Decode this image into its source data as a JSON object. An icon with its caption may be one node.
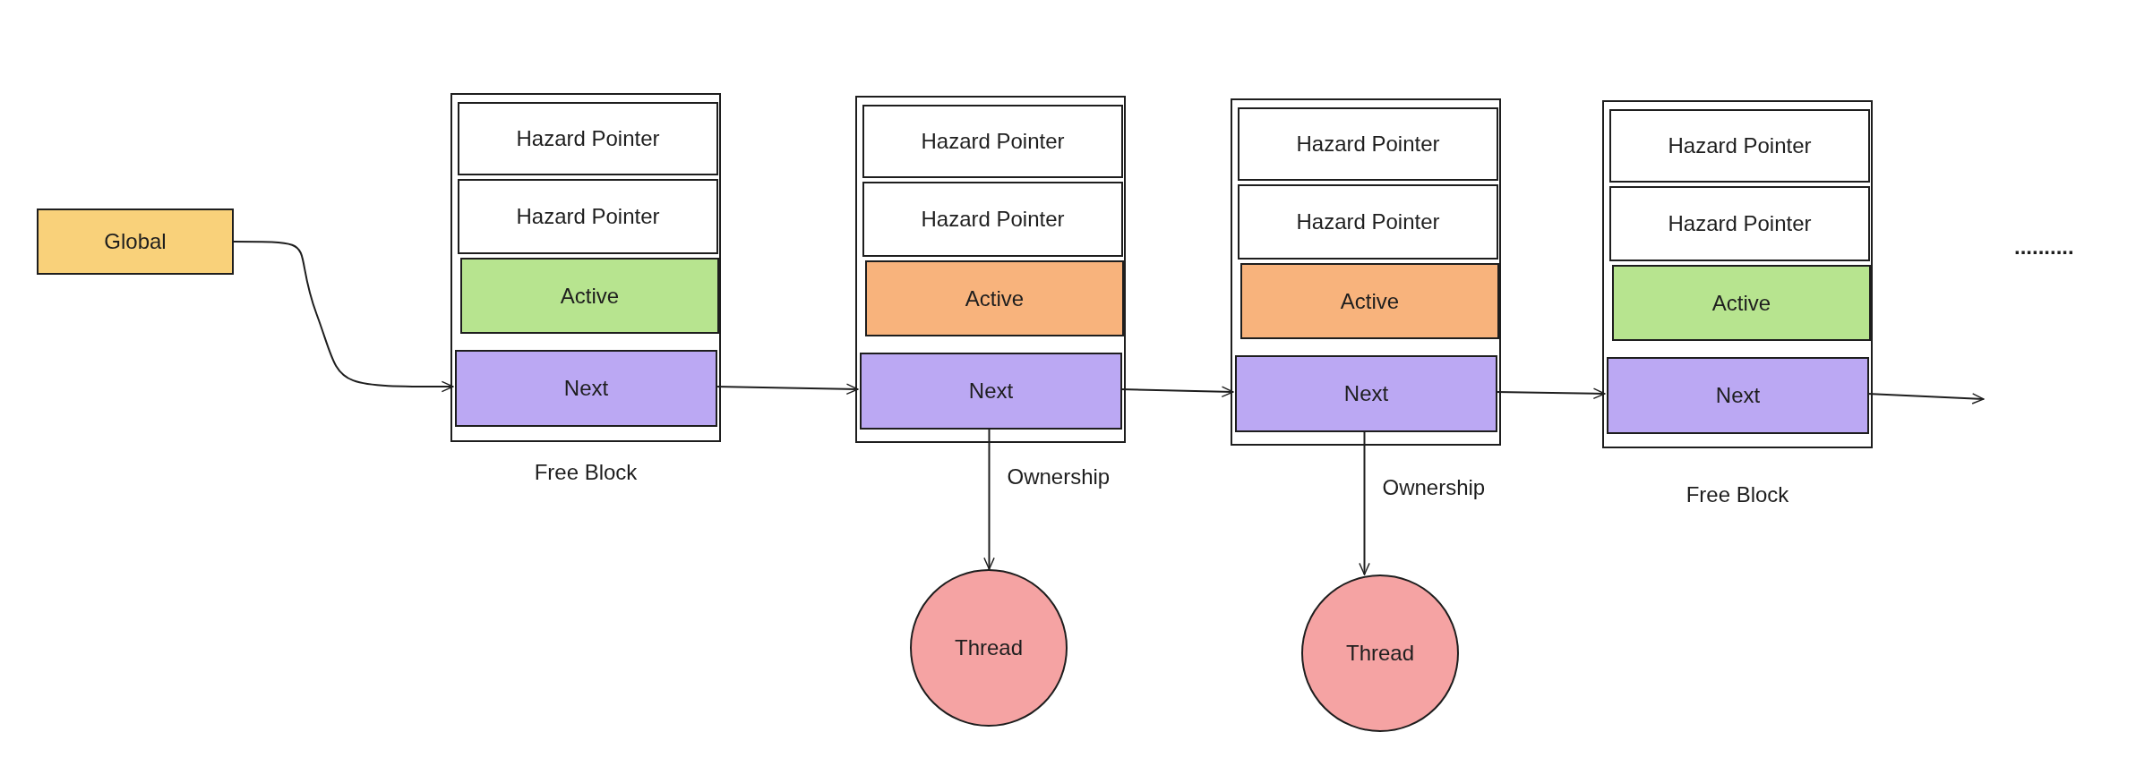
{
  "diagram": {
    "nodes": [
      {
        "text": [
          "Global"
        ]
      },
      {
        "text": [],
        "shape": "box",
        "beside": [
          "Free Block"
        ]
      },
      {
        "text": [
          "Hazard Pointer"
        ],
        "in": 1
      },
      {
        "text": [
          "Hazard Pointer"
        ],
        "in": 1
      },
      {
        "text": [
          "Active"
        ],
        "in": 1
      },
      {
        "text": [
          "Next"
        ],
        "in": 1
      },
      {
        "text": [],
        "shape": "box"
      },
      {
        "text": [
          "Hazard Pointer"
        ],
        "in": 6
      },
      {
        "text": [
          "Hazard Pointer"
        ],
        "in": 6
      },
      {
        "text": [
          "Active"
        ],
        "in": 6
      },
      {
        "text": [
          "Next"
        ],
        "in": 6
      },
      {
        "text": [],
        "shape": "box"
      },
      {
        "text": [
          "Hazard Pointer"
        ],
        "in": 11
      },
      {
        "text": [
          "Hazard Pointer"
        ],
        "in": 11
      },
      {
        "text": [
          "Active"
        ],
        "in": 11
      },
      {
        "text": [
          "Next"
        ],
        "in": 11
      },
      {
        "text": [],
        "shape": "box",
        "beside": [
          "Free Block"
        ]
      },
      {
        "text": [
          "Hazard Pointer"
        ],
        "in": 16
      },
      {
        "text": [
          "Hazard Pointer"
        ],
        "in": 16
      },
      {
        "text": [
          "Active"
        ],
        "in": 16
      },
      {
        "text": [
          "Next"
        ],
        "in": 16
      },
      {
        "text": [
          "Thread"
        ]
      },
      {
        "text": [
          "Thread"
        ]
      }
    ],
    "edges": [
      {
        "from": 0,
        "to": 5,
        "arrow": "to"
      },
      {
        "from": 5,
        "to": 10,
        "arrow": "to"
      },
      {
        "from": 10,
        "to": 15,
        "arrow": "to"
      },
      {
        "from": 15,
        "to": 20,
        "arrow": "to"
      },
      {
        "from": 20,
        "to": null,
        "arrow": "to"
      },
      {
        "from": 10,
        "to": 21,
        "arrow": "to",
        "label": "Ownership"
      },
      {
        "from": 15,
        "to": 22,
        "arrow": "to",
        "label": "Ownership"
      }
    ],
    "labels": [
      ".........."
    ]
  }
}
